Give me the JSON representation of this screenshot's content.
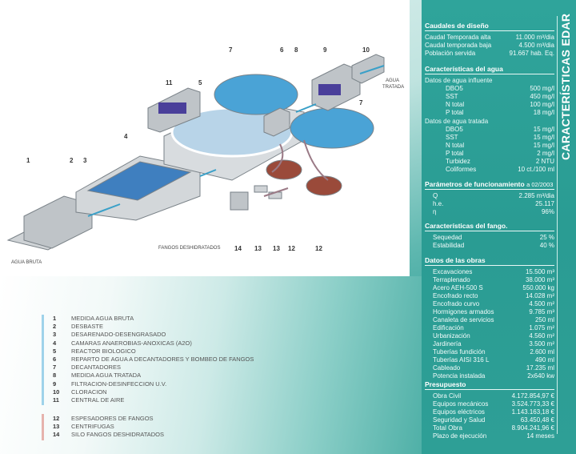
{
  "title": "CARACTERÍSTICAS EDAR",
  "caudales": {
    "header": "Caudales de diseño",
    "rows": [
      {
        "label": "Caudal Temporada alta",
        "value": "11.000 m³/dia"
      },
      {
        "label": "Caudal temporada baja",
        "value": "4.500 m³/dia"
      },
      {
        "label": "Población servida",
        "value": "91.667 hab. Eq."
      }
    ]
  },
  "agua": {
    "header": "Características del agua",
    "influente": {
      "label": "Datos de agua influente",
      "rows": [
        {
          "label": "DBO5",
          "value": "500 mg/l"
        },
        {
          "label": "SST",
          "value": "450 mg/l"
        },
        {
          "label": "N total",
          "value": "100 mg/l"
        },
        {
          "label": "P total",
          "value": "18 mg/l"
        }
      ]
    },
    "tratada": {
      "label": "Datos de agua tratada",
      "rows": [
        {
          "label": "DBO5",
          "value": "15 mg/l"
        },
        {
          "label": "SST",
          "value": "15 mg/l"
        },
        {
          "label": "N total",
          "value": "15 mg/l"
        },
        {
          "label": "P total",
          "value": "2 mg/l"
        },
        {
          "label": "Turbidez",
          "value": "2 NTU"
        },
        {
          "label": "Coliformes",
          "value": "10 ct./100 ml"
        }
      ]
    }
  },
  "parametros": {
    "header": "Parámetros de funcionamiento",
    "date": "a 02/2003",
    "rows": [
      {
        "label": "Q",
        "value": "2.285 m³/dia"
      },
      {
        "label": "h.e.",
        "value": "25.117"
      },
      {
        "label": "η",
        "value": "96%"
      }
    ]
  },
  "fango": {
    "header": "Características del fango.",
    "rows": [
      {
        "label": "Sequedad",
        "value": "25 %"
      },
      {
        "label": "Estabilidad",
        "value": "40 %"
      }
    ]
  },
  "obras": {
    "header": "Datos de las obras",
    "rows": [
      {
        "label": "Excavaciones",
        "value": "15.500 m³"
      },
      {
        "label": "Terraplenado",
        "value": "38.000 m³"
      },
      {
        "label": "Acero AEH-500 S",
        "value": "550.000 kg"
      },
      {
        "label": "Encofrado recto",
        "value": "14.028 m²"
      },
      {
        "label": "Encofrado curvo",
        "value": "4.500 m²"
      },
      {
        "label": "Hormigones armados",
        "value": "9.785 m³"
      },
      {
        "label": "Canaleta de servicios",
        "value": "250 ml"
      },
      {
        "label": "Edificación",
        "value": "1.075 m²"
      },
      {
        "label": "Urbanización",
        "value": "4.560 m²"
      },
      {
        "label": "Jardinería",
        "value": "3.500 m²"
      },
      {
        "label": "Tuberías fundición",
        "value": "2.600 ml"
      },
      {
        "label": "Tuberías AISI 316 L",
        "value": "490 ml"
      },
      {
        "label": "Cableado",
        "value": "17.235 ml"
      },
      {
        "label": "Potencia instalada",
        "value": "2x640 kw"
      }
    ]
  },
  "presupuesto": {
    "header": "Presupuesto",
    "rows": [
      {
        "label": "Obra Civil",
        "value": "4.172.854,97 €"
      },
      {
        "label": "Equipos mecánicos",
        "value": "3.524.773,33 €"
      },
      {
        "label": "Equipos eléctricos",
        "value": "1.143.163,18 €"
      },
      {
        "label": "Seguridad y Salud",
        "value": "63.450,48 €"
      },
      {
        "label": "Total Obra",
        "value": "8.904.241,96 €"
      },
      {
        "label": "Plazo de ejecución",
        "value": "14 meses"
      }
    ]
  },
  "diagram": {
    "numbers": [
      "1",
      "2",
      "3",
      "4",
      "5",
      "6",
      "7",
      "8",
      "9",
      "10",
      "11",
      "7",
      "14",
      "13",
      "13",
      "12",
      "12"
    ],
    "labels": {
      "agua_bruta": "AGUA BRUTA",
      "agua_tratada_1": "AGUA",
      "agua_tratada_2": "TRATADA",
      "fangos": "FANGOS DESHIDRATADOS"
    }
  },
  "legend": {
    "water": [
      {
        "n": "1",
        "t": "MEDIDA AGUA BRUTA"
      },
      {
        "n": "2",
        "t": "DESBASTE"
      },
      {
        "n": "3",
        "t": "DESARENADO-DESENGRASADO"
      },
      {
        "n": "4",
        "t": "CAMARAS ANAEROBIAS-ANOXICAS (A2O)"
      },
      {
        "n": "5",
        "t": "REACTOR BIOLOGICO"
      },
      {
        "n": "6",
        "t": "REPARTO DE AGUA A DECANTADORES  Y BOMBEO DE FANGOS"
      },
      {
        "n": "7",
        "t": "DECANTADORES"
      },
      {
        "n": "8",
        "t": "MEDIDA AGUA TRATADA"
      },
      {
        "n": "9",
        "t": "FILTRACION-DESINFECCION U.V."
      },
      {
        "n": "10",
        "t": "CLORACION"
      },
      {
        "n": "11",
        "t": "CENTRAL DE AIRE"
      }
    ],
    "sludge": [
      {
        "n": "12",
        "t": "ESPESADORES DE FANGOS"
      },
      {
        "n": "13",
        "t": "CENTRIFUGAS"
      },
      {
        "n": "14",
        "t": "SILO FANGOS DESHIDRATADOS"
      }
    ],
    "colors": {
      "water": "#9fd3ea",
      "sludge": "#e6b3ad"
    }
  }
}
